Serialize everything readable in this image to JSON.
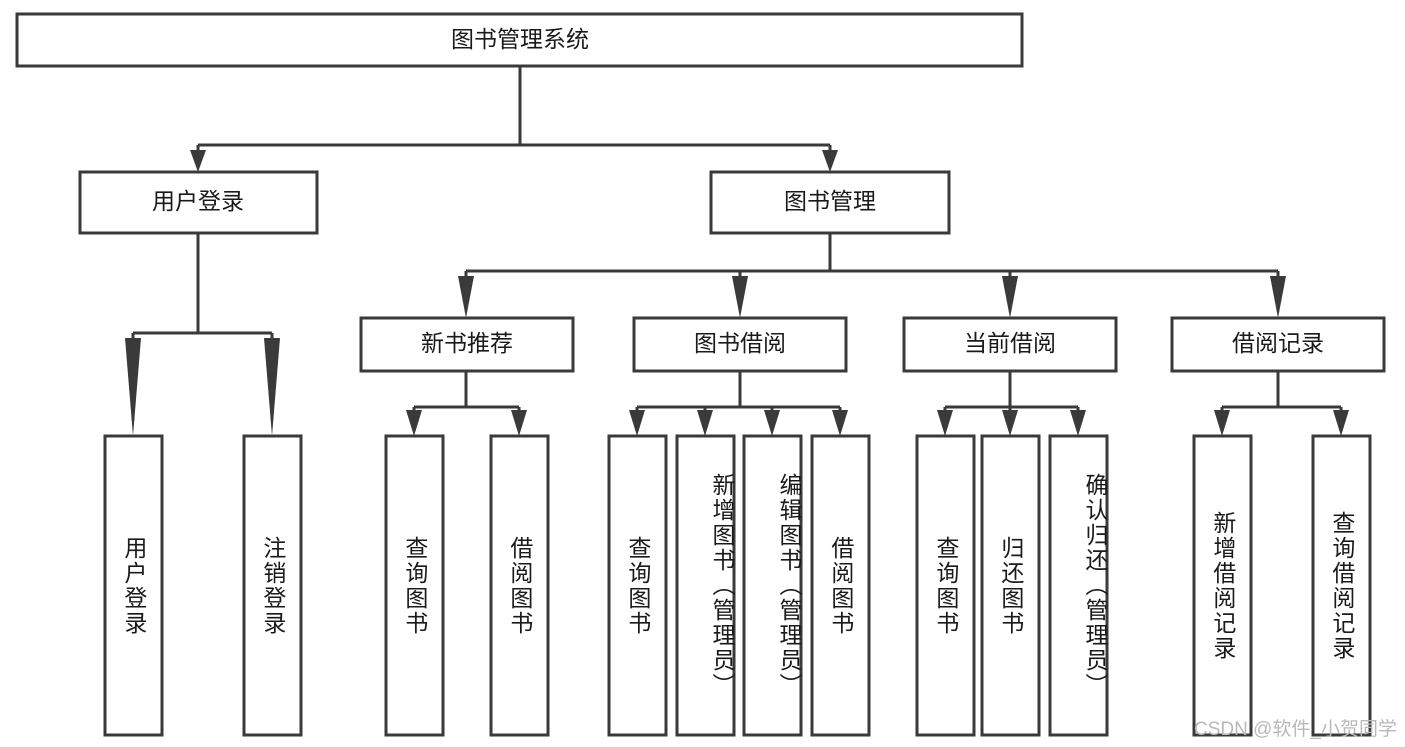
{
  "diagram": {
    "type": "tree",
    "title": "图书管理系统",
    "orientation": "top-down",
    "colors": {
      "background": "#ffffff",
      "box_fill": "#ffffff",
      "box_stroke": "#3a3a3a",
      "text": "#1a1a1a",
      "watermark": "#b9b9b9"
    },
    "root": {
      "id": "root",
      "label": "图书管理系统",
      "text_orientation": "horizontal"
    },
    "level2": [
      {
        "id": "user-login",
        "label": "用户登录",
        "text_orientation": "horizontal"
      },
      {
        "id": "book-management",
        "label": "图书管理",
        "text_orientation": "horizontal"
      }
    ],
    "level3": [
      {
        "id": "new-book-recommend",
        "label": "新书推荐",
        "parent": "book-management",
        "text_orientation": "horizontal"
      },
      {
        "id": "book-borrow",
        "label": "图书借阅",
        "parent": "book-management",
        "text_orientation": "horizontal"
      },
      {
        "id": "current-borrow",
        "label": "当前借阅",
        "parent": "book-management",
        "text_orientation": "horizontal"
      },
      {
        "id": "borrow-record",
        "label": "借阅记录",
        "parent": "book-management",
        "text_orientation": "horizontal"
      }
    ],
    "leaves": [
      {
        "id": "leaf-user-login",
        "label": "用户登录",
        "parent": "user-login",
        "text_orientation": "vertical"
      },
      {
        "id": "leaf-user-logout",
        "label": "注销登录",
        "parent": "user-login",
        "text_orientation": "vertical"
      },
      {
        "id": "leaf-query-book-1",
        "label": "查询图书",
        "parent": "new-book-recommend",
        "text_orientation": "vertical"
      },
      {
        "id": "leaf-borrow-book-1",
        "label": "借阅图书",
        "parent": "new-book-recommend",
        "text_orientation": "vertical"
      },
      {
        "id": "leaf-query-book-2",
        "label": "查询图书",
        "parent": "book-borrow",
        "text_orientation": "vertical"
      },
      {
        "id": "leaf-add-book",
        "label": "新增图书（管理员）",
        "parent": "book-borrow",
        "text_orientation": "vertical"
      },
      {
        "id": "leaf-edit-book",
        "label": "编辑图书（管理员）",
        "parent": "book-borrow",
        "text_orientation": "vertical"
      },
      {
        "id": "leaf-borrow-book-2",
        "label": "借阅图书",
        "parent": "book-borrow",
        "text_orientation": "vertical"
      },
      {
        "id": "leaf-query-book-3",
        "label": "查询图书",
        "parent": "current-borrow",
        "text_orientation": "vertical"
      },
      {
        "id": "leaf-return-book",
        "label": "归还图书",
        "parent": "current-borrow",
        "text_orientation": "vertical"
      },
      {
        "id": "leaf-confirm-return",
        "label": "确认归还（管理员）",
        "parent": "current-borrow",
        "text_orientation": "vertical"
      },
      {
        "id": "leaf-add-record",
        "label": "新增借阅记录",
        "parent": "borrow-record",
        "text_orientation": "vertical"
      },
      {
        "id": "leaf-query-record",
        "label": "查询借阅记录",
        "parent": "borrow-record",
        "text_orientation": "vertical"
      }
    ]
  },
  "watermark": {
    "text": "CSDN @软件_小贺同学"
  }
}
